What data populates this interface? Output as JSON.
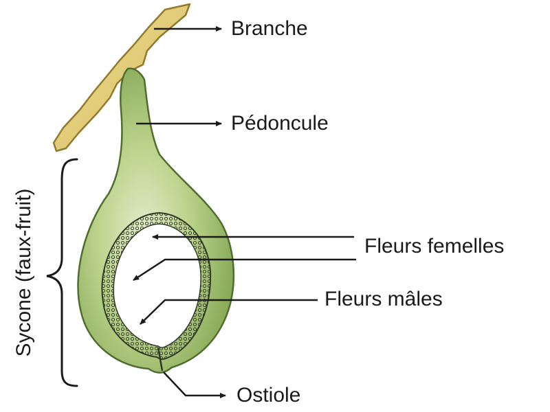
{
  "labels": {
    "branch": "Branche",
    "peduncle": "Pédoncule",
    "female_flowers": "Fleurs femelles",
    "male_flowers": "Fleurs mâles",
    "ostiole": "Ostiole",
    "syconium": "Sycone (faux-fruit)"
  },
  "colors": {
    "branch_fill": "#e6d17c",
    "branch_stroke": "#8f7a2e",
    "fig_outer": "#9dbb6a",
    "fig_mid": "#bcd38c",
    "fig_light": "#e4eccc",
    "fig_stroke": "#4f6d2f",
    "cavity": "#ffffff",
    "arrow": "#1a1a1a"
  }
}
